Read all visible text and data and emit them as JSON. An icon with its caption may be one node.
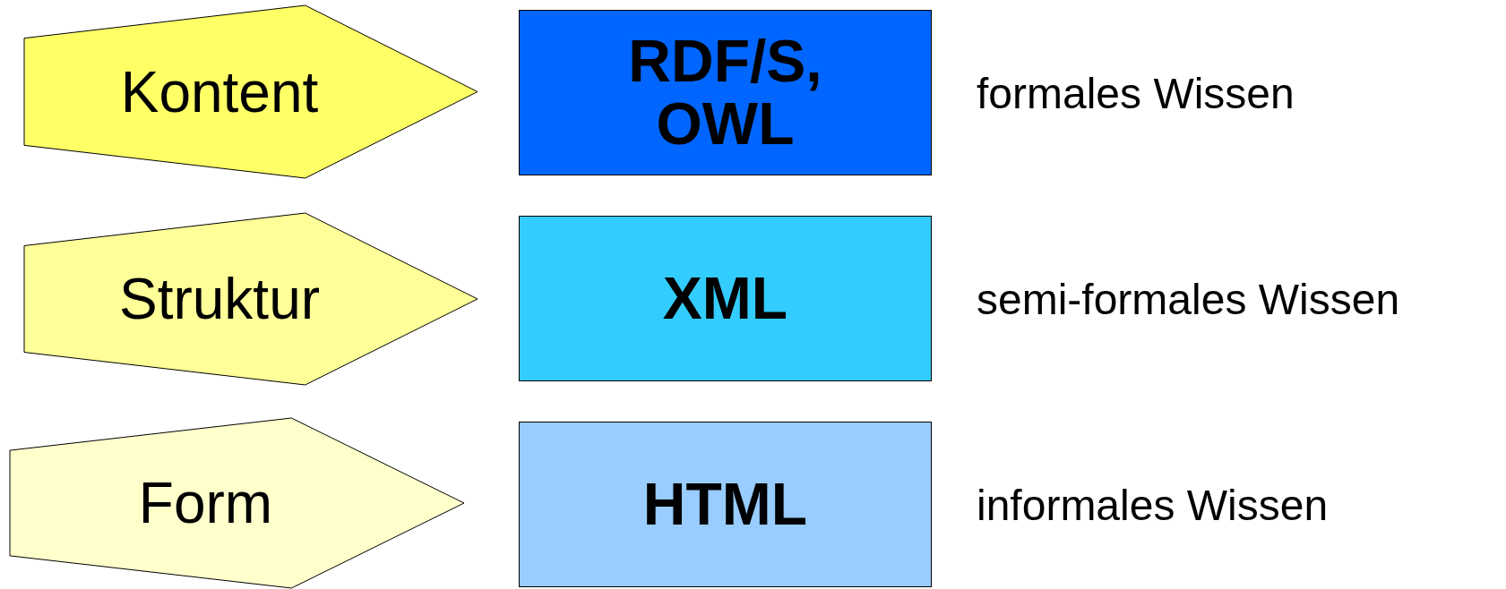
{
  "diagram": {
    "nodes": [
      {
        "text": [
          "Kontent"
        ]
      },
      {
        "text": [
          "RDF/S, OWL"
        ],
        "beside": [
          "formales Wissen"
        ]
      },
      {
        "text": [
          "Struktur"
        ]
      },
      {
        "text": [
          "XML"
        ],
        "beside": [
          "semi-formales Wissen"
        ]
      },
      {
        "text": [
          "Form"
        ]
      },
      {
        "text": [
          "HTML"
        ],
        "beside": [
          "informales Wissen"
        ]
      }
    ]
  }
}
